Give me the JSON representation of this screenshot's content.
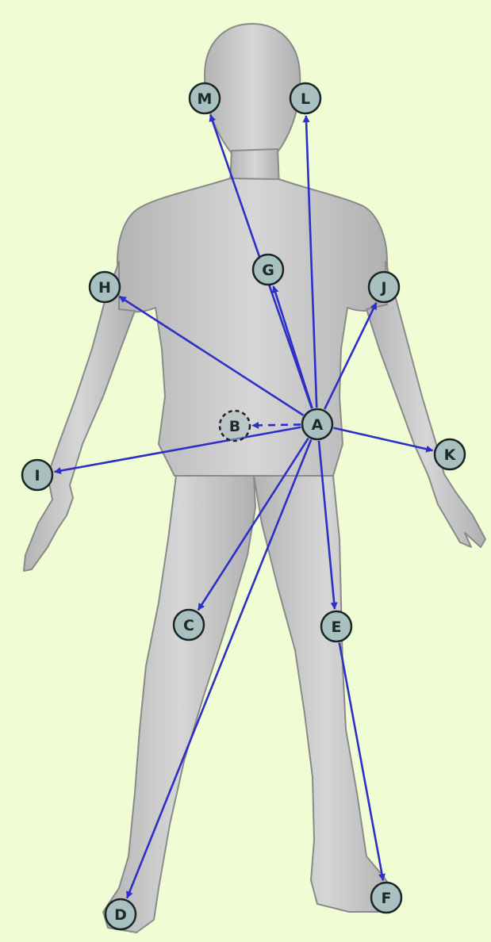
{
  "colors": {
    "background": "#f0fcd4",
    "arrow": "#2e2fc6",
    "node_fill": "#a9c0c0",
    "node_stroke": "#1c2626",
    "figure_fill": "#c9c9c9",
    "figure_stroke": "#8a8a8a"
  },
  "figure": {
    "icon": "human-body-3d-model"
  },
  "nodes": [
    {
      "id": "A",
      "label": "A"
    },
    {
      "id": "B",
      "label": "B"
    },
    {
      "id": "C",
      "label": "C"
    },
    {
      "id": "D",
      "label": "D"
    },
    {
      "id": "E",
      "label": "E"
    },
    {
      "id": "F",
      "label": "F"
    },
    {
      "id": "G",
      "label": "G"
    },
    {
      "id": "H",
      "label": "H"
    },
    {
      "id": "I",
      "label": "I"
    },
    {
      "id": "J",
      "label": "J"
    },
    {
      "id": "K",
      "label": "K"
    },
    {
      "id": "L",
      "label": "L"
    },
    {
      "id": "M",
      "label": "M"
    }
  ],
  "edges": [
    {
      "from": "A",
      "to": "M",
      "style": "solid"
    },
    {
      "from": "A",
      "to": "L",
      "style": "solid"
    },
    {
      "from": "A",
      "to": "G",
      "style": "solid"
    },
    {
      "from": "A",
      "to": "H",
      "style": "solid"
    },
    {
      "from": "A",
      "to": "J",
      "style": "solid"
    },
    {
      "from": "A",
      "to": "B",
      "style": "dashed"
    },
    {
      "from": "A",
      "to": "I",
      "style": "solid"
    },
    {
      "from": "A",
      "to": "K",
      "style": "solid"
    },
    {
      "from": "A",
      "to": "C",
      "style": "solid"
    },
    {
      "from": "A",
      "to": "D",
      "style": "solid"
    },
    {
      "from": "A",
      "to": "E",
      "style": "solid"
    },
    {
      "from": "E",
      "to": "F",
      "style": "solid"
    }
  ]
}
